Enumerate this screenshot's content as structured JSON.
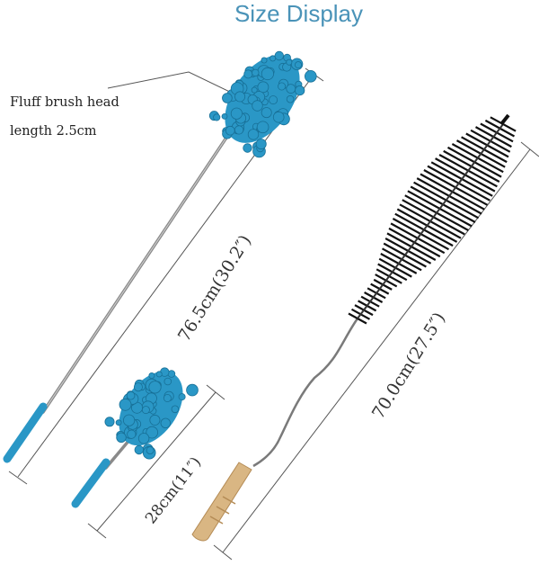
{
  "title": "Size Display",
  "annotation": {
    "line1": "Fluff brush head",
    "line2": "length 2.5cm"
  },
  "dimensions": {
    "long_duster": "76.5cm(30.2″)",
    "short_duster": "28cm(11″)",
    "bristle_brush": "70.0cm(27.5″)"
  },
  "colors": {
    "microfiber": "#2a97c6",
    "bristle": "#111111",
    "wood": "#d9b683"
  }
}
